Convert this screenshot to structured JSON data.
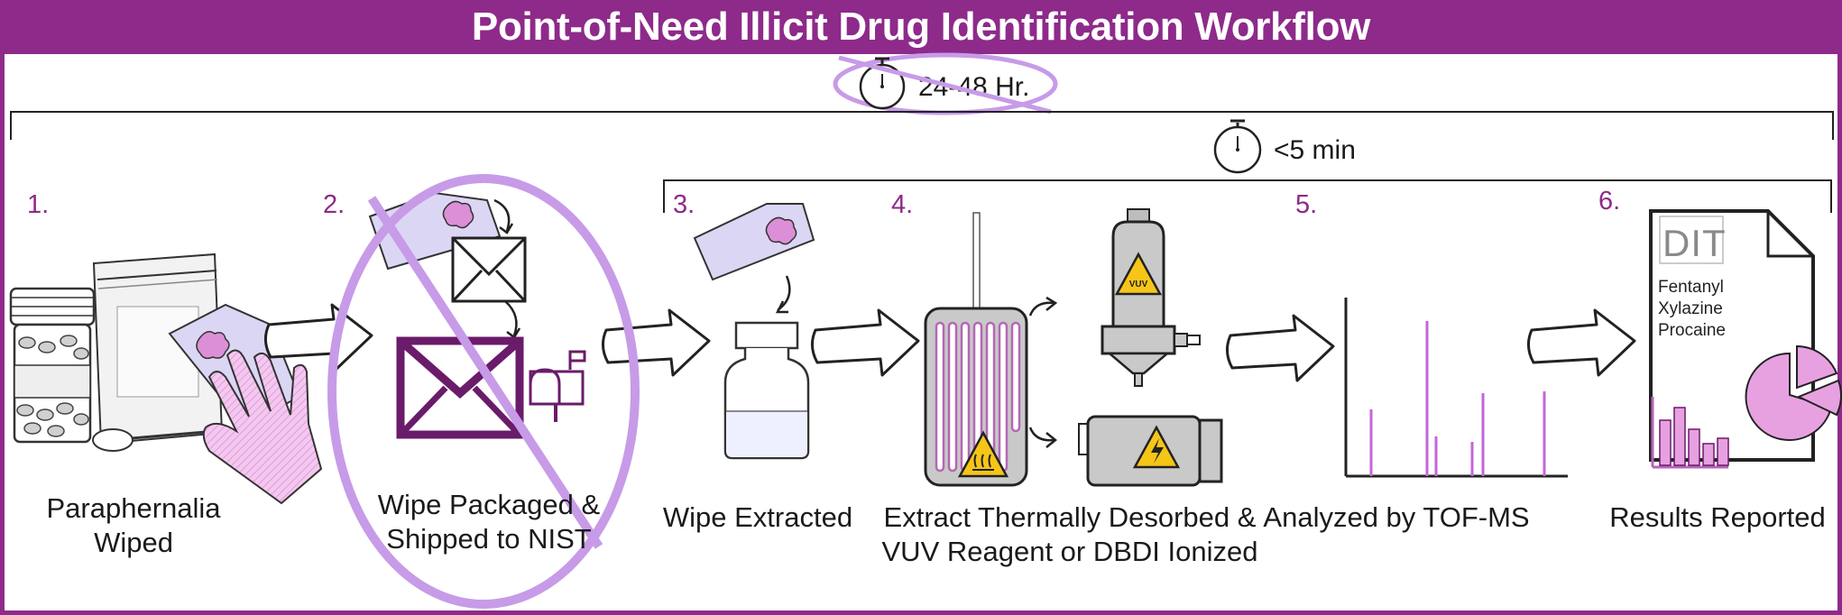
{
  "title": "Point-of-Need Illicit Drug Identification Workflow",
  "timers": {
    "long": "24-48 Hr.",
    "short": "<5 min"
  },
  "steps": [
    {
      "number": "1.",
      "label_lines": [
        "Paraphernalia",
        "Wiped"
      ]
    },
    {
      "number": "2.",
      "label_lines": [
        "Wipe Packaged &",
        "Shipped to NIST"
      ]
    },
    {
      "number": "3.",
      "label_lines": [
        "Wipe Extracted"
      ]
    },
    {
      "number": "4.",
      "label_lines": [
        "Extract Thermally Desorbed &",
        "VUV Reagent or DBDI Ionized"
      ]
    },
    {
      "number": "5.",
      "label_lines": [
        "Analyzed by TOF-MS"
      ]
    },
    {
      "number": "6.",
      "label_lines": [
        "Results Reported"
      ]
    }
  ],
  "report": {
    "logo": "DIT",
    "compounds": [
      "Fentanyl",
      "Xylazine",
      "Procaine"
    ]
  },
  "badges": {
    "vuv": "VUV"
  },
  "colors": {
    "brand_purple": "#8e2a8a",
    "light_purple": "#c79be8",
    "pink": "#e7a1e0",
    "gray": "#bdbdbd",
    "warning_yellow": "#f5c518"
  }
}
